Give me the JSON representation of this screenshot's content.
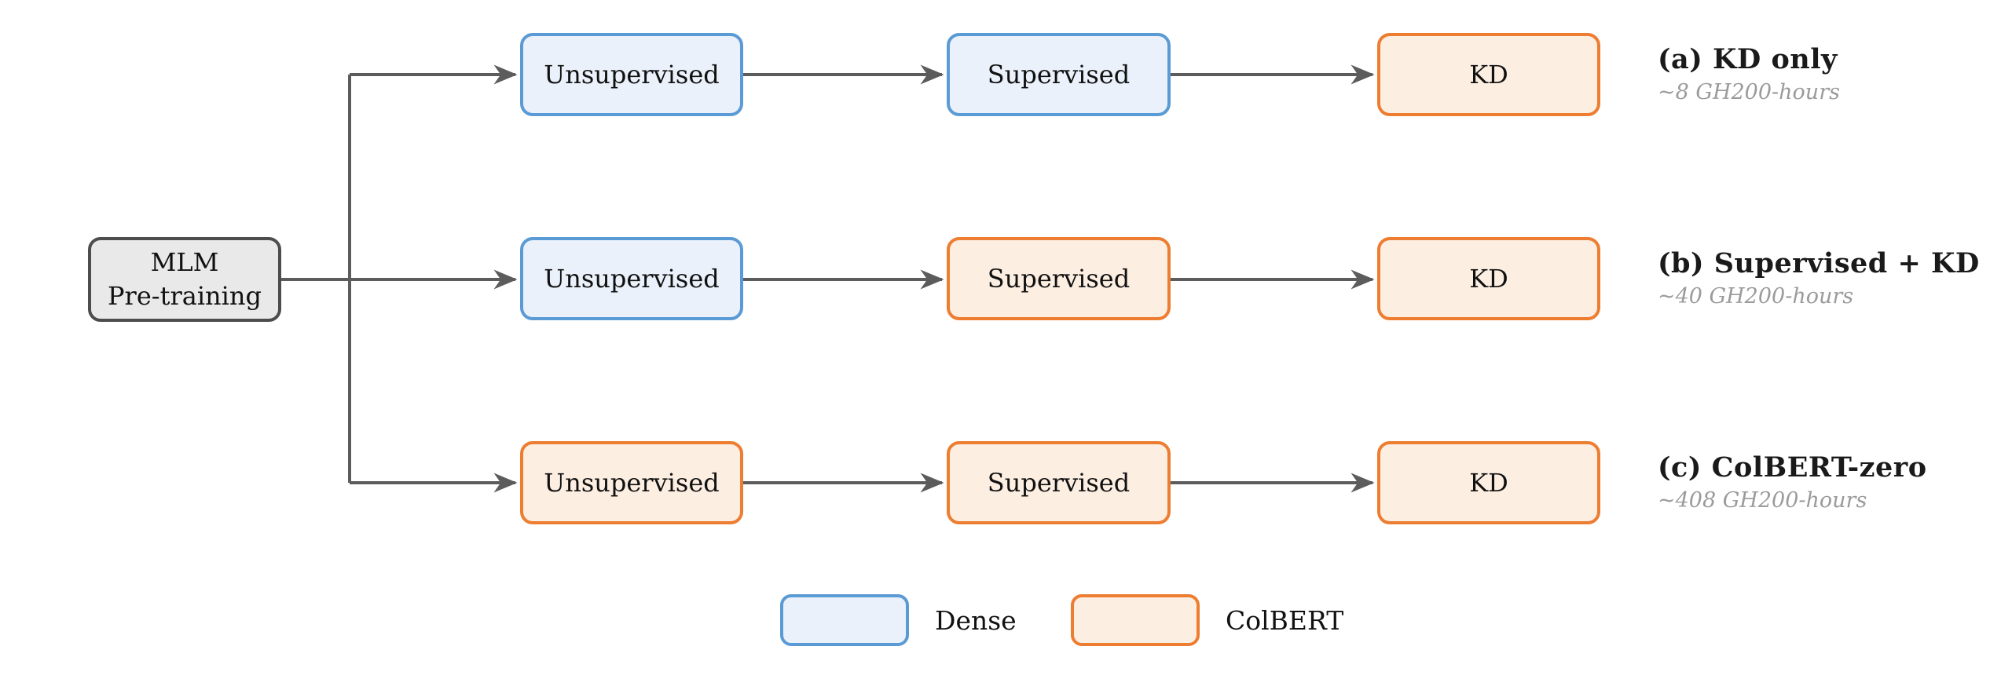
{
  "diagram": {
    "root_label": "MLM\nPre-training",
    "rows": [
      {
        "name": "a",
        "title": "(a) KD only",
        "cost": "~8 GH200-hours",
        "steps": [
          {
            "label": "Unsupervised",
            "type": "dense"
          },
          {
            "label": "Supervised",
            "type": "dense"
          },
          {
            "label": "KD",
            "type": "colbert"
          }
        ]
      },
      {
        "name": "b",
        "title": "(b) Supervised + KD",
        "cost": "~40 GH200-hours",
        "steps": [
          {
            "label": "Unsupervised",
            "type": "dense"
          },
          {
            "label": "Supervised",
            "type": "colbert"
          },
          {
            "label": "KD",
            "type": "colbert"
          }
        ]
      },
      {
        "name": "c",
        "title": "(c) ColBERT-zero",
        "cost": "~408 GH200-hours",
        "steps": [
          {
            "label": "Unsupervised",
            "type": "colbert"
          },
          {
            "label": "Supervised",
            "type": "colbert"
          },
          {
            "label": "KD",
            "type": "colbert"
          }
        ]
      }
    ],
    "legend": [
      {
        "label": "Dense",
        "type": "dense"
      },
      {
        "label": "ColBERT",
        "type": "colbert"
      }
    ],
    "colors": {
      "dense_border": "#5b9bd5",
      "dense_fill": "#eaf1fa",
      "colbert_border": "#ed7d31",
      "colbert_fill": "#fdeee2",
      "root_border": "#4d4d4d",
      "root_fill": "#e9e9e9",
      "arrow_color": "#5c5c5c",
      "cost_text": "#9b9b9b",
      "title_text": "#1a1a1a"
    }
  }
}
